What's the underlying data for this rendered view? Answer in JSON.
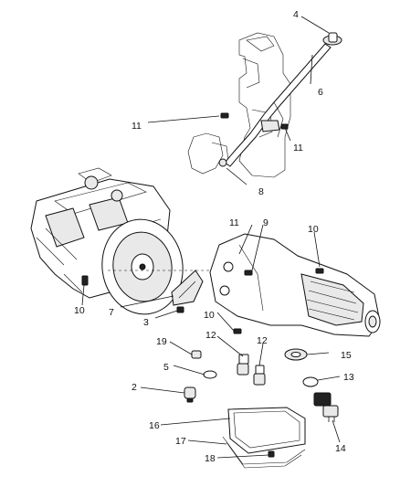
{
  "diagram": {
    "callouts": {
      "c4": "4",
      "c6": "6",
      "c11a": "11",
      "c11b": "11",
      "c8": "8",
      "c11c": "11",
      "c9": "9",
      "c10a": "10",
      "c10b": "10",
      "c7": "7",
      "c3": "3",
      "c10c": "10",
      "c12a": "12",
      "c12b": "12",
      "c19": "19",
      "c15": "15",
      "c5": "5",
      "c2": "2",
      "c13": "13",
      "c16": "16",
      "c17": "17",
      "c14": "14",
      "c18": "18"
    }
  }
}
